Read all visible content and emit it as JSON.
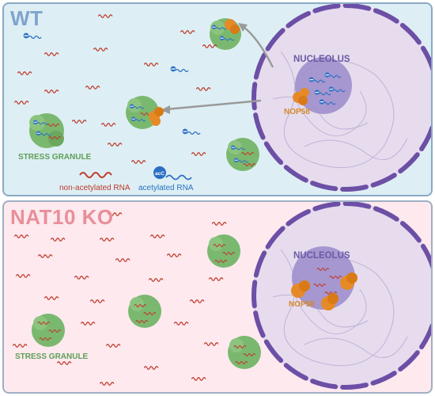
{
  "panels": {
    "wt": {
      "title": "WT",
      "nucleolus_label": "NUCLEOLUS",
      "protein_label": "NOP58",
      "granule_label": "STRESS GRANULE"
    },
    "ko": {
      "title": "NAT10 KO",
      "nucleolus_label": "NUCLEOLUS",
      "protein_label": "NOP58",
      "granule_label": "STRESS GRANULE"
    }
  },
  "legend": {
    "non_acetylated_label": "non-acetylated RNA",
    "acetylated_label": "acetylated RNA",
    "acetyl_mark_text": "acC"
  },
  "colors": {
    "wt_background": "#ddeff4",
    "ko_background": "#fde9ee",
    "nucleus_fill": "#e6dcee",
    "nucleus_border": "#6d4fa6",
    "nucleolus_fill": "#9f8fcc",
    "nop58_fill": "#e58a26",
    "granule_fill": "#7ab86f",
    "non_acetylated_rna": "#c0392b",
    "acetylated_rna": "#2a6fc4",
    "arrow": "#9a9a9a"
  }
}
